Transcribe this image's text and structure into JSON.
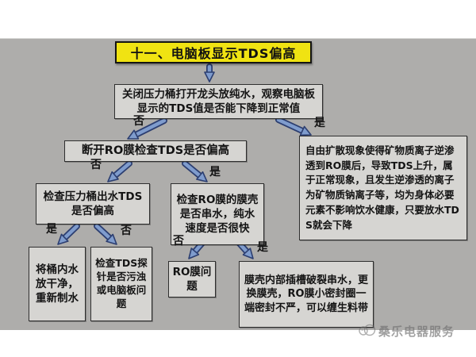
{
  "page": {
    "background": "#ffffff",
    "panel_background": "#aeadab"
  },
  "colors": {
    "arrow_fill": "#7f9ccd",
    "arrow_outline": "#2c3e70",
    "box_bg": "#d6d5d2",
    "box_border": "#2f2f2f",
    "title_bg": "#f0e312"
  },
  "title": {
    "text": "十一、电脑板显示TDS偏高"
  },
  "nodes": {
    "observe": "关闭压力桶打开龙头放纯水，观察电脑板显示的TDS值是否能下降到正常值",
    "disconnect_ro": "断开RO膜检查TDS是否偏高",
    "diffusion_note": "自由扩散现象使得矿物质离子逆渗透到RO膜后，导致TDS上升，属于正常现象，且发生逆渗透的离子为矿物质钠离子等，均为身体必要元素不影响饮水健康，只要放水TDS就会下降",
    "check_tank": "检查压力桶出水TDS是否偏高",
    "check_shell": "检查RO膜的膜壳是否串水，纯水速度是否很快",
    "drain_tank": "将桶内水放干净，重新制水",
    "check_probe": "检查TDS探针是否污浊或电脑板问题",
    "ro_problem": "RO膜问题",
    "replace_shell": "膜壳内部插槽破裂串水，更换膜壳，RO膜小密封圈一端密封不严，可以缠生料带"
  },
  "labels": {
    "no": "否",
    "yes": "是"
  },
  "watermark": {
    "text": "桑乐电器服务"
  }
}
